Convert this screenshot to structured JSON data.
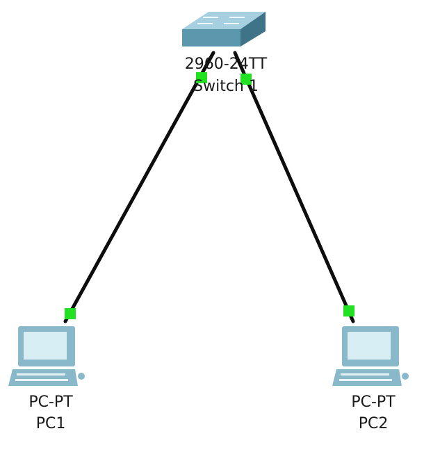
{
  "devices": {
    "switch": {
      "model": "2960-24TT",
      "name": "Switch 1",
      "icon": "network-switch-icon"
    },
    "pc1": {
      "model": "PC-PT",
      "name": "PC1",
      "icon": "desktop-pc-icon"
    },
    "pc2": {
      "model": "PC-PT",
      "name": "PC2",
      "icon": "desktop-pc-icon"
    }
  },
  "links": [
    {
      "from": "switch",
      "to": "pc1",
      "status": "up"
    },
    {
      "from": "switch",
      "to": "pc2",
      "status": "up"
    }
  ],
  "colors": {
    "link": "#0d0d0d",
    "link_up": "#22e022",
    "switch_top": "#a6cfdf",
    "switch_front": "#5b97ad",
    "switch_side": "#3f7488",
    "pc_body": "#8ab8cb",
    "pc_screen": "#d8eef5"
  }
}
